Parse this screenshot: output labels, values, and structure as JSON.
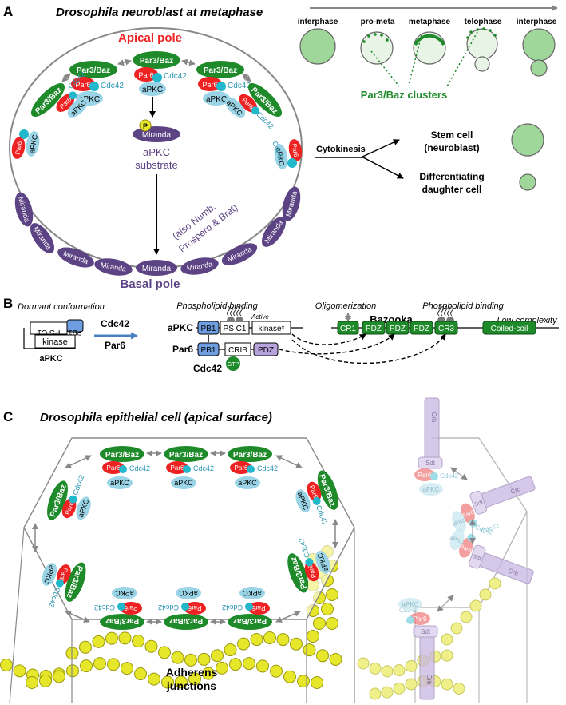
{
  "panelA": {
    "letter": "A",
    "title": "Drosophila neuroblast at metaphase",
    "apical_pole": "Apical pole",
    "basal_pole": "Basal pole",
    "par3": "Par3/Baz",
    "par6": "Par6",
    "cdc42": "Cdc42",
    "apkc": "aPKC",
    "miranda": "Miranda",
    "p_label": "P",
    "substrate_line1": "aPKC",
    "substrate_line2": "substrate",
    "also_line1": "(also Numb,",
    "also_line2": "Prospero & Brat)",
    "phases": [
      "interphase",
      "pro-meta",
      "metaphase",
      "telophase",
      "interphase"
    ],
    "clusters_label": "Par3/Baz clusters",
    "cytokinesis": "Cytokinesis",
    "stem_line1": "Stem cell",
    "stem_line2": "(neuroblast)",
    "diff_line1": "Differentiating",
    "diff_line2": "daughter cell"
  },
  "panelB": {
    "letter": "B",
    "dormant": "Dormant conformation",
    "pb1": "PB1",
    "psc1_flipped": "PS C1",
    "kinase": "kinase",
    "apkc_label": "aPKC",
    "cdc42": "Cdc42",
    "par6": "Par6",
    "phospholipid1": "Phospholipid binding",
    "active": "Active",
    "apkc_row": "aPKC",
    "ps_c1": "PS C1",
    "kinase_star": "kinase*",
    "par6_row": "Par6",
    "crib": "CRIB",
    "pdz": "PDZ",
    "cdc42_row": "Cdc42",
    "gtp": "GTP",
    "oligomerization": "Oligomerization",
    "phospholipid2": "Phospholipid binding",
    "bazooka": "Bazooka",
    "low_complexity": "Low complexity",
    "cr1": "CR1",
    "cr3": "CR3",
    "coiled_coil": "Coiled-coil"
  },
  "panelC": {
    "letter": "C",
    "title": "Drosophila epithelial cell (apical surface)",
    "par3": "Par3/Baz",
    "par6": "Par6",
    "cdc42": "Cdc42",
    "apkc": "aPKC",
    "adherens_line1": "Adherens",
    "adherens_line2": "junctions",
    "crb": "Crb",
    "sdt": "Sdt"
  },
  "colors": {
    "green": "#1e8a2a",
    "red": "#ee2222",
    "cyan": "#22b8cc",
    "lightblue": "#9ad4e6",
    "purple": "#5c4384",
    "lightpurple": "#c8b6e2",
    "yellow": "#e6e62a",
    "cellgreen": "#9fd69a",
    "pb1blue": "#6e9ee0"
  }
}
